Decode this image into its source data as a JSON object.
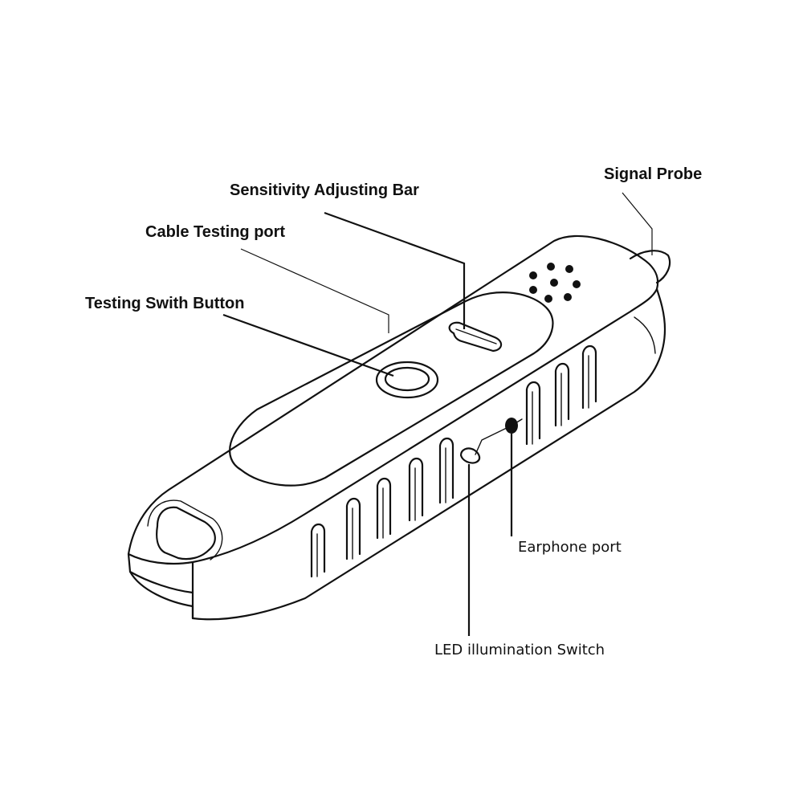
{
  "labels": {
    "signal_probe": "Signal Probe",
    "sensitivity_bar": "Sensitivity Adjusting Bar",
    "cable_port": "Cable Testing port",
    "testing_button": "Testing Swith Button",
    "earphone_port": "Earphone port",
    "led_switch": "LED illumination Switch"
  },
  "colors": {
    "line": "#111111",
    "background": "#ffffff"
  }
}
